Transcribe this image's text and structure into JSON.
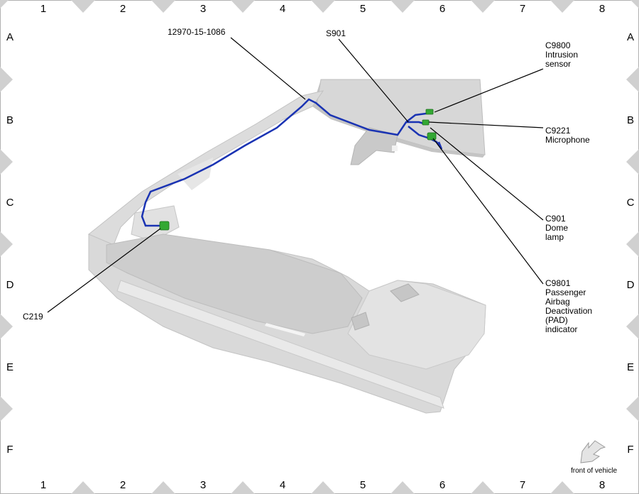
{
  "grid": {
    "columns": [
      "1",
      "2",
      "3",
      "4",
      "5",
      "6",
      "7",
      "8"
    ],
    "rows": [
      "A",
      "B",
      "C",
      "D",
      "E",
      "F"
    ]
  },
  "callouts": {
    "harness_part": "12970-15-1086",
    "splice": "S901",
    "c9800_id": "C9800",
    "c9800_line1": "Intrusion",
    "c9800_line2": "sensor",
    "c9221_id": "C9221",
    "c9221_line1": "Microphone",
    "c901_id": "C901",
    "c901_line1": "Dome",
    "c901_line2": "lamp",
    "c9801_id": "C9801",
    "c9801_line1": "Passenger",
    "c9801_line2": "Airbag",
    "c9801_line3": "Deactivation",
    "c9801_line4": "(PAD)",
    "c9801_line5": "indicator",
    "c219_id": "C219"
  },
  "front_label": "front of vehicle",
  "colors": {
    "harness": "#1a33b3",
    "connector": "#33a833",
    "body_panel": "#d9d9d9",
    "border_triangle": "#d0d0d0"
  }
}
